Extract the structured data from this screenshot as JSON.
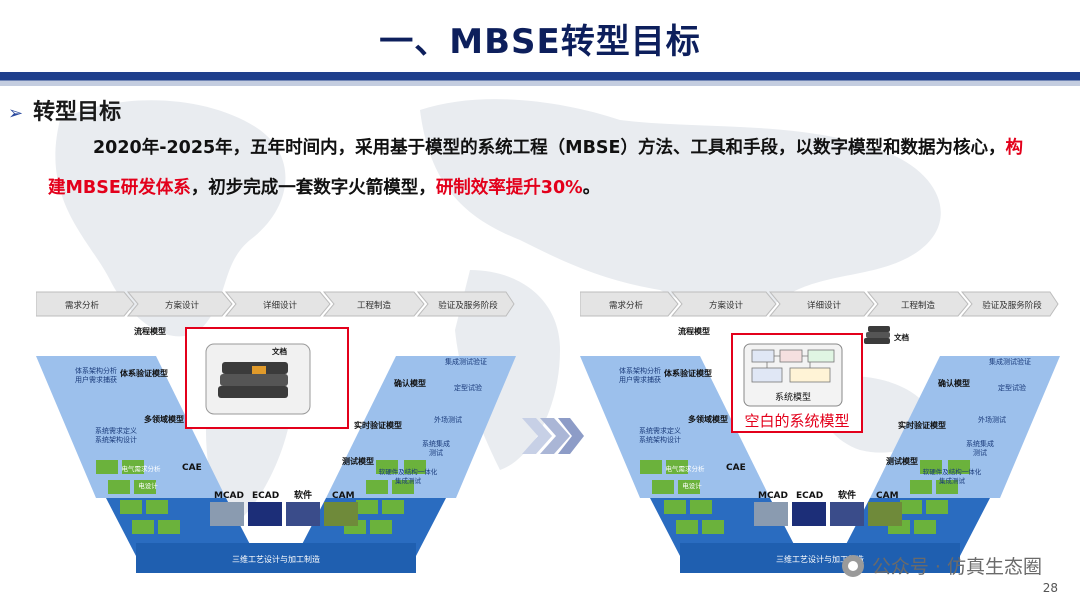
{
  "slide": {
    "title": "一、MBSE转型目标",
    "section_heading": "转型目标",
    "paragraph": {
      "part1": "2020年-2025年，五年时间内，采用基于模型的系统工程（MBSE）方法、工具和手段，以数字模型和数据为核心，",
      "highlight1": "构建MBSE研发体系",
      "part2": "，初步完成一套数字火箭模型，",
      "highlight2": "研制效率提升30%",
      "part3": "。"
    },
    "page_number": "28",
    "watermark_text": "公众号 · 仿真生态圈"
  },
  "colors": {
    "title_text": "#0d1f5c",
    "title_bar": "#1f3f8c",
    "highlight_red": "#e3001b",
    "v_blue_dark": "#1f5fb0",
    "v_blue_light": "#8fb6e6",
    "v_green": "#5aa832"
  },
  "diagram_left": {
    "phases": [
      "需求分析",
      "方案设计",
      "详细设计",
      "工程制造",
      "验证及服务阶段"
    ],
    "labels": {
      "process_model": "流程模型",
      "document": "文档",
      "system_verification_model": "体系验证模型",
      "multi_domain_model": "多领域模型",
      "realtime_verification_model": "实时验证模型",
      "test_model": "测试模型",
      "confirm_model": "确认模型",
      "cae": "CAE",
      "mcad": "MCAD",
      "ecad": "ECAD",
      "software": "软件",
      "cam": "CAM",
      "left_box1": "体系架构分析\n用户需求捕获",
      "left_box2": "系统需求定义\n系统架构设计",
      "left_box3": "电气需求分析",
      "left_box4": "电设计",
      "right_box1": "集成测试验证",
      "right_box2": "定型试验",
      "right_box3": "外场测试",
      "right_box4": "系统集成\n测试",
      "right_box5": "软硬件及结构一体化\n集成测试",
      "bottom": "三维工艺设计与加工制造"
    }
  },
  "diagram_right": {
    "phases": [
      "需求分析",
      "方案设计",
      "详细设计",
      "工程制造",
      "验证及服务阶段"
    ],
    "labels": {
      "process_model": "流程模型",
      "document": "文档",
      "system_verification_model": "体系验证模型",
      "multi_domain_model": "多领域模型",
      "system_model": "系统模型",
      "blank_system_model": "空白的系统模型",
      "realtime_verification_model": "实时验证模型",
      "test_model": "测试模型",
      "confirm_model": "确认模型",
      "cae": "CAE",
      "mcad": "MCAD",
      "ecad": "ECAD",
      "software": "软件",
      "cam": "CAM",
      "left_box1": "体系架构分析\n用户需求捕获",
      "left_box2": "系统需求定义\n系统架构设计",
      "left_box3": "电气需求分析",
      "left_box4": "电设计",
      "right_box1": "集成测试验证",
      "right_box2": "定型试验",
      "right_box3": "外场测试",
      "right_box4": "系统集成\n测试",
      "right_box5": "软硬件及结构一体化\n集成测试",
      "bottom": "三维工艺设计与加工制造"
    }
  }
}
